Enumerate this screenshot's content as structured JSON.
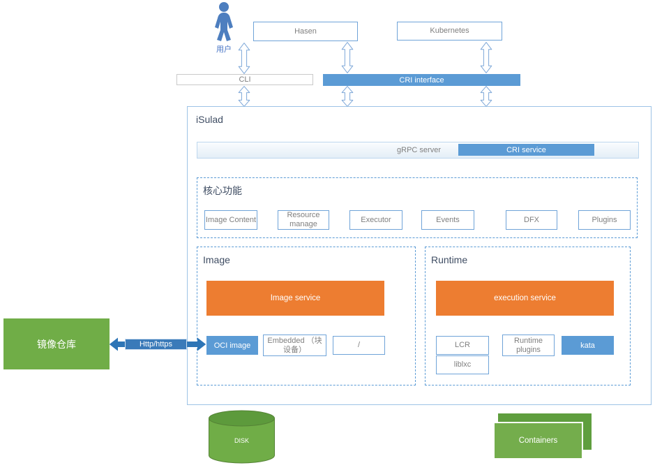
{
  "colors": {
    "accent_blue": "#5b9bd5",
    "accent_orange": "#ed7d31",
    "accent_green": "#70ad47"
  },
  "actor": {
    "icon": "user-icon",
    "label": "用户"
  },
  "clients": {
    "hasen": "Hasen",
    "kubernetes": "Kubernetes"
  },
  "interfaces": {
    "cli": "CLI",
    "cri": "CRI interface"
  },
  "isulad": {
    "title": "iSulad",
    "grpc_bar": {
      "label": "gRPC server",
      "cri_service": "CRI service"
    },
    "core": {
      "title": "核心功能",
      "items": [
        "Image Content",
        "Resource manage",
        "Executor",
        "Events",
        "DFX",
        "Plugins"
      ]
    },
    "image": {
      "title": "Image",
      "service": "Image service",
      "oci": "OCI image",
      "embedded": "Embedded （块设备）",
      "slash": "/"
    },
    "runtime": {
      "title": "Runtime",
      "service": "execution service",
      "lcr": "LCR",
      "plugins": "Runtime plugins",
      "kata": "kata",
      "liblxc": "liblxc"
    }
  },
  "registry": {
    "label": "镜像仓库"
  },
  "link": {
    "label": "Http/https"
  },
  "storage": {
    "disk": "DISK",
    "containers": "Containers"
  }
}
